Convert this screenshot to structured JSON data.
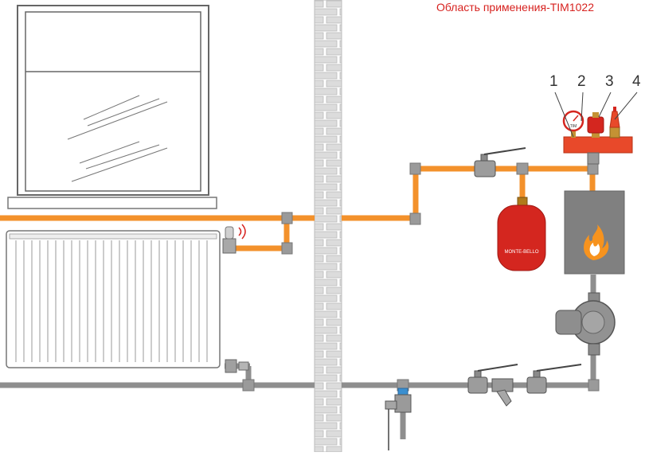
{
  "title": "Область применения-TIM1022",
  "callouts": [
    "1",
    "2",
    "3",
    "4"
  ],
  "expansion_tank_label": "MONTE-BELLO",
  "gauge_label": "TIM",
  "colors": {
    "title": "#d7221f",
    "pipe_hot": "#f3912b",
    "pipe_return": "#8e8e8e",
    "manifold": "#e8492a",
    "boiler": "#808080",
    "tank": "#d4261f",
    "flame": "#f7931e",
    "brick": "#d9d9d9"
  },
  "icons": [
    "window-icon",
    "radiator-icon",
    "brick-wall-icon",
    "boiler-icon",
    "flame-icon",
    "expansion-tank-icon",
    "circulation-pump-icon",
    "ball-valve-icon",
    "strainer-icon",
    "pressure-gauge-icon",
    "air-vent-icon",
    "safety-valve-icon",
    "thermostatic-head-icon",
    "drain-valve-icon"
  ]
}
